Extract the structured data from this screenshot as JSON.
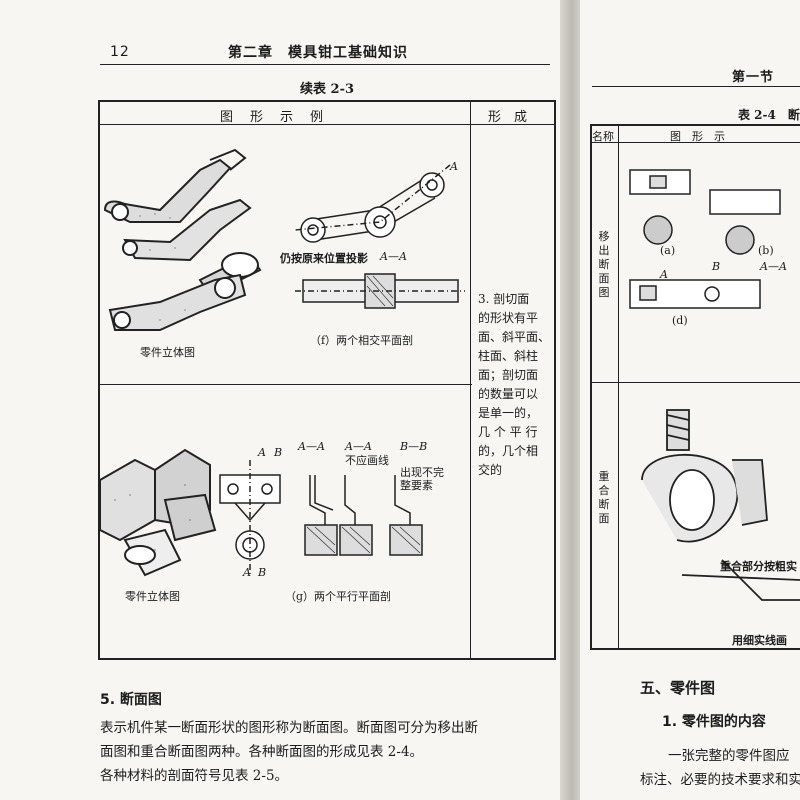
{
  "left_page": {
    "page_number": "12",
    "running_head": "第二章　模具钳工基础知识",
    "table_title": "续表 2-3",
    "col_headers": [
      "图　形　示　例",
      "形　成"
    ],
    "fig_f": {
      "caption_solid": "零件立体图",
      "caption": "（f）两个相交平面剖",
      "note": "仍按原来位置投影",
      "section_label": "A—A",
      "cut_label": "A"
    },
    "fig_g": {
      "caption_solid": "零件立体图",
      "caption": "（g）两个平行平面剖",
      "labels": [
        "A",
        "B",
        "A—A",
        "A—A",
        "B—B",
        "A",
        "B"
      ],
      "note1": "不应画线",
      "note2_line1": "出现不完",
      "note2_line2": "整要素"
    },
    "formation_text": [
      "3. 剖切面",
      "的形状有平",
      "面、斜平面、",
      "柱面、斜柱",
      "面；剖切面",
      "的数量可以",
      "是单一的，",
      "几 个 平 行",
      "的，几个相",
      "交的"
    ],
    "section_heading": "5. 断面图",
    "paragraph_lines": [
      "表示机件某一断面形状的图形称为断面图。断面图可分为移出断",
      "面图和重合断面图两种。各种断面图的形成见表 2-4。",
      "各种材料的剖面符号见表 2-5。"
    ]
  },
  "right_page": {
    "running_head": "第一节",
    "table_title": "表 2-4　断",
    "col_headers": [
      "名称",
      "图　形　示"
    ],
    "row1_name": "移出断面图",
    "row2_name": "重合断面",
    "fig_labels": [
      "(a)",
      "(b)",
      "(d)",
      "A—A",
      "A",
      "B"
    ],
    "row2_note1": "重合部分按粗实",
    "row2_note2": "用细实线画",
    "section_heading": "五、零件图",
    "sub_heading": "1. 零件图的内容",
    "paragraph_lines": [
      "一张完整的零件图应",
      "标注、必要的技术要求和实"
    ]
  }
}
